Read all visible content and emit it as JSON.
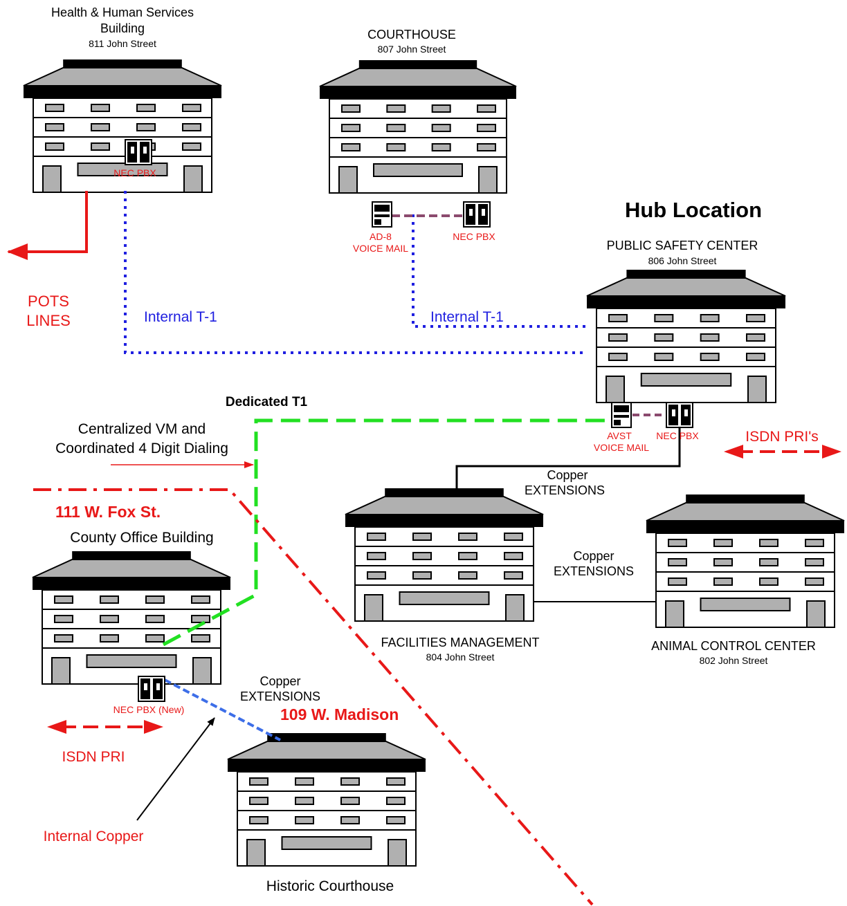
{
  "colors": {
    "red": "#e81818",
    "blue": "#1f1fe0",
    "green": "#22e022",
    "purple": "#8b4a6e",
    "roof": "#b0b0b0",
    "body": "#ffffff",
    "line": "#000000"
  },
  "hub_title": "Hub Location",
  "buildings": {
    "hhs": {
      "name_line1": "Health & Human Services",
      "name_line2": "Building",
      "address": "811 John Street",
      "equipment": "NEC PBX"
    },
    "courthouse": {
      "name": "COURTHOUSE",
      "address": "807 John Street",
      "voicemail_line1": "AD-8",
      "voicemail_line2": "VOICE MAIL",
      "equipment": "NEC PBX"
    },
    "psc": {
      "name": "PUBLIC SAFETY CENTER",
      "address": "806 John Street",
      "voicemail_line1": "AVST",
      "voicemail_line2": "VOICE MAIL",
      "equipment": "NEC PBX"
    },
    "facilities": {
      "name": "FACILITIES MANAGEMENT",
      "address": "804 John Street"
    },
    "animal": {
      "name": "ANIMAL CONTROL CENTER",
      "address": "802 John Street"
    },
    "county": {
      "site": "111 W. Fox St.",
      "name": "County Office Building",
      "equipment": "NEC PBX (New)"
    },
    "historic": {
      "site": "109 W. Madison",
      "name": "Historic Courthouse"
    }
  },
  "links": {
    "pots_line1": "POTS",
    "pots_line2": "LINES",
    "internal_t1_left": "Internal T-1",
    "internal_t1_right": "Internal T-1",
    "dedicated_t1": "Dedicated T1",
    "centralized_line1": "Centralized VM and",
    "centralized_line2": "Coordinated 4 Digit Dialing",
    "isdn_pris": "ISDN PRI's",
    "isdn_pri": "ISDN PRI",
    "copper1_line1": "Copper",
    "copper1_line2": "EXTENSIONS",
    "copper2_line1": "Copper",
    "copper2_line2": "EXTENSIONS",
    "copper3_line1": "Copper",
    "copper3_line2": "EXTENSIONS",
    "internal_copper": "Internal Copper"
  }
}
